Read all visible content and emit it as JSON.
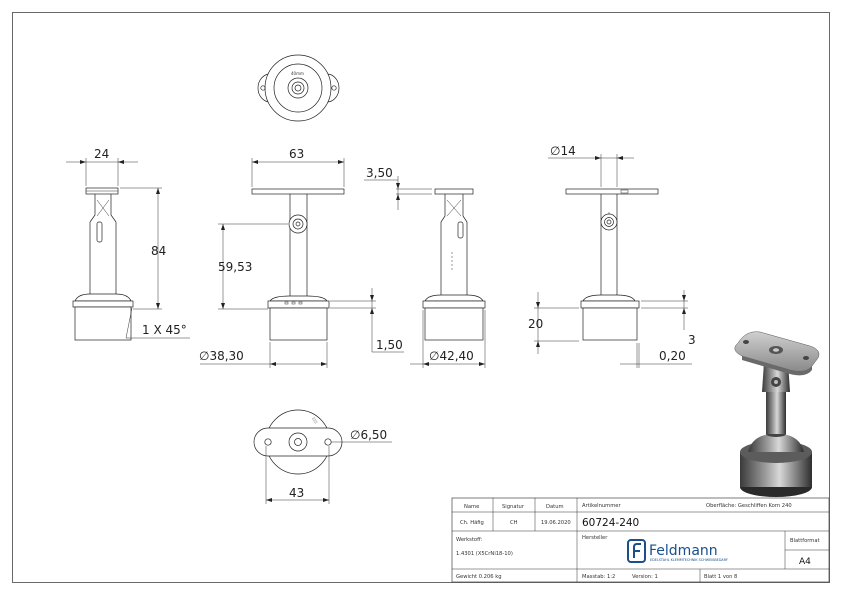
{
  "dimensions": {
    "d1_width": "24",
    "d1_height": "84",
    "d1_chamfer": "1 X 45°",
    "d2_width": "63",
    "d2_height": "59,53",
    "d2_diameter": "∅38,30",
    "d3_thickness": "3,50",
    "d3_gap": "1,50",
    "d3_diameter": "∅42,40",
    "d4_hole": "∅14",
    "d4_height": "20",
    "d4_step": "3",
    "d4_offset": "0,20",
    "d5_hole": "∅6,50",
    "d5_width": "43"
  },
  "title_block": {
    "hdr_name": "Name",
    "hdr_signature": "Signatur",
    "hdr_date": "Datum",
    "name": "Ch. Häfig",
    "signature": "CH",
    "date": "19.06.2020",
    "article_label": "Artikelnummer",
    "article_number": "60724-240",
    "surface": "Oberfläche: Geschliffen Korn 240",
    "material_label": "Werkstoff:",
    "material": "1.4301 (X5CrNi18-10)",
    "manufacturer_label": "Hersteller",
    "logo_text": "Feldmann",
    "logo_sub": "EDELSTAHL KLEMMTECHNIK SCHWEIßBEDARF",
    "format_label": "Blattformat",
    "format": "A4",
    "weight": "Gewicht 0.206 kg",
    "scale": "Masstab: 1:2",
    "version": "Version: 1",
    "sheet": "Blatt 1 von 8"
  }
}
